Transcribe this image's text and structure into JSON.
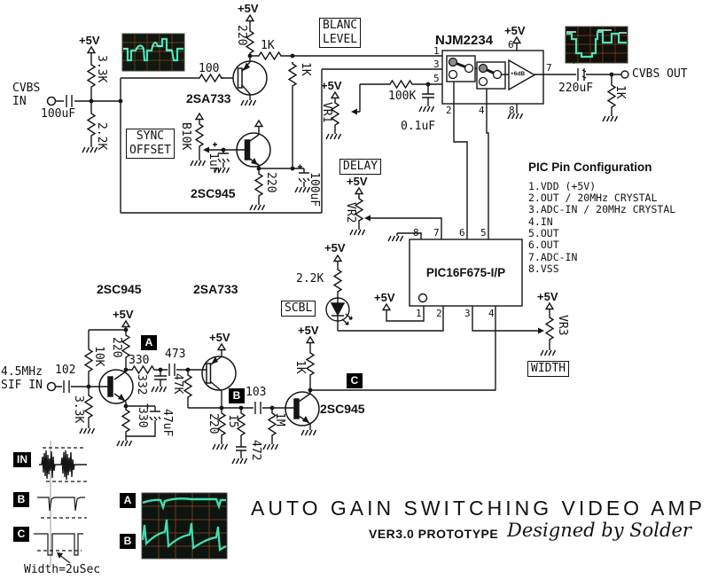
{
  "supply": {
    "v5": "+5V"
  },
  "title_block": {
    "title": "AUTO GAIN SWITCHING VIDEO AMP",
    "version": "VER3.0 PROTOTYPE",
    "credit": "Designed by Solder"
  },
  "io": {
    "cvbs_in_1": "CVBS",
    "cvbs_in_2": "IN",
    "cvbs_out": "CVBS OUT",
    "sif_in_1": "4.5MHz",
    "sif_in_2": "SIF IN"
  },
  "devices": {
    "q1": "2SA733",
    "q2": "2SC945",
    "q3": "2SC945",
    "q4": "2SA733",
    "q5": "2SC945",
    "njm": "NJM2234",
    "njm_gain": "+6dB",
    "pic": "PIC16F675-I/P"
  },
  "pots": {
    "vr1": "VR1",
    "vr2": "VR2",
    "vr3": "VR3",
    "b10k": "B10K"
  },
  "resistors": {
    "in_up": "3.3K",
    "in_dn": "2.2K",
    "q1_base": "100",
    "q1_emit": "220",
    "blanc_ser": "1K",
    "blanc_shunt": "1K",
    "q2_emit": "220",
    "njm_in": "100K",
    "out_load": "1K",
    "led": "2.2K",
    "sif_up": "10K",
    "sif_dn": "3.3K",
    "q3_col": "220",
    "q3_ser": "330",
    "q4_bias": "47K",
    "q3_emit": "330",
    "q4_col": "220",
    "b_shunt": "15",
    "q5_base": "1M",
    "q5_col": "1K"
  },
  "capacitors": {
    "cvbs_in": "100uF",
    "sync": "1uF",
    "q2_out": "100uF",
    "njm_in": "0.1uF",
    "cvbs_out": "220uF",
    "sif_in": "102",
    "a_shunt": "332",
    "a_ser": "473",
    "q3_byp": "47uF",
    "b_ser": "103",
    "b_gnd": "472"
  },
  "labels": {
    "blanc_1": "BLANC",
    "blanc_2": "LEVEL",
    "sync_1": "SYNC",
    "sync_2": "OFFSET",
    "delay": "DELAY",
    "scbl": "SCBL",
    "width": "WIDTH"
  },
  "tags": {
    "a": "A",
    "b": "B",
    "c": "C",
    "in": "IN"
  },
  "njm_pins": {
    "p1": "1",
    "p2": "2",
    "p3": "3",
    "p4": "4",
    "p5": "5",
    "p6": "6",
    "p7": "7",
    "p8": "8"
  },
  "pic_pins": {
    "p1": "1",
    "p2": "2",
    "p3": "3",
    "p4": "4",
    "p5": "5",
    "p6": "6",
    "p7": "7",
    "p8": "8"
  },
  "pin_config": {
    "heading": "PIC Pin Configuration",
    "lines": [
      "1.VDD (+5V)",
      "2.OUT / 20MHz CRYSTAL",
      "3.ADC-IN / 20MHz CRYSTAL",
      "4.IN",
      "5.OUT",
      "6.OUT",
      "7.ADC-IN",
      "8.VSS"
    ]
  },
  "notes": {
    "width_note": "Width=2uSec",
    "polar_mark": "*"
  }
}
